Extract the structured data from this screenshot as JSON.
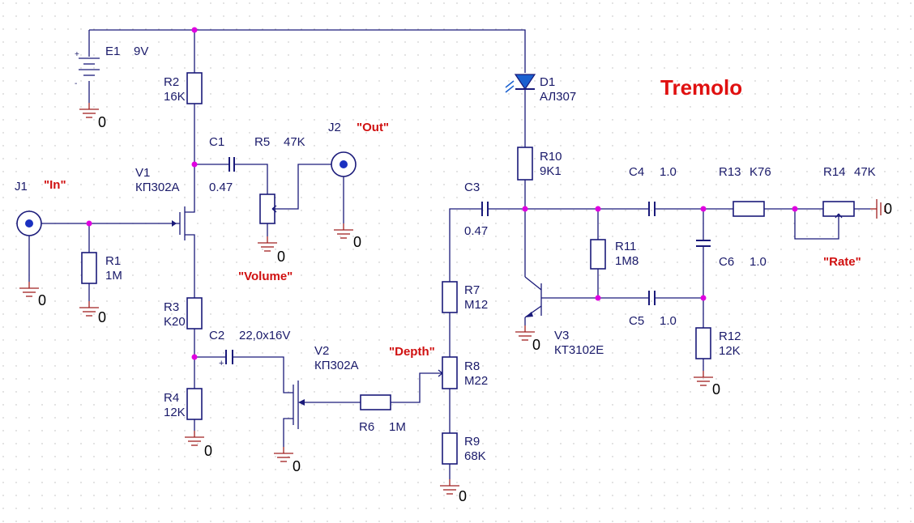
{
  "title": "Tremolo",
  "colors": {
    "wire": "#1a1a7a",
    "ground": "#a02020",
    "node": "#e000e0",
    "label": "#1a1a6a",
    "annotation": "#d01010",
    "title": "#e01010"
  },
  "components": {
    "E1": {
      "ref": "E1",
      "value": "9V"
    },
    "R1": {
      "ref": "R1",
      "value": "1M"
    },
    "R2": {
      "ref": "R2",
      "value": "16K"
    },
    "R3": {
      "ref": "R3",
      "value": "K20"
    },
    "R4": {
      "ref": "R4",
      "value": "12K"
    },
    "R5": {
      "ref": "R5",
      "value": "47K"
    },
    "R6": {
      "ref": "R6",
      "value": "1M"
    },
    "R7": {
      "ref": "R7",
      "value": "M12"
    },
    "R8": {
      "ref": "R8",
      "value": "M22"
    },
    "R9": {
      "ref": "R9",
      "value": "68K"
    },
    "R10": {
      "ref": "R10",
      "value": "9K1"
    },
    "R11": {
      "ref": "R11",
      "value": "1M8"
    },
    "R12": {
      "ref": "R12",
      "value": "12K"
    },
    "R13": {
      "ref": "R13",
      "value": "K76"
    },
    "R14": {
      "ref": "R14",
      "value": "47K"
    },
    "C1": {
      "ref": "C1",
      "value": "0.47"
    },
    "C2": {
      "ref": "C2",
      "value": "22,0x16V"
    },
    "C3": {
      "ref": "C3",
      "value": "0.47"
    },
    "C4": {
      "ref": "C4",
      "value": "1.0"
    },
    "C5": {
      "ref": "C5",
      "value": "1.0"
    },
    "C6": {
      "ref": "C6",
      "value": "1.0"
    },
    "V1": {
      "ref": "V1",
      "value": "КП302А"
    },
    "V2": {
      "ref": "V2",
      "value": "КП302А"
    },
    "V3": {
      "ref": "V3",
      "value": "КТ3102Е"
    },
    "D1": {
      "ref": "D1",
      "value": "АЛ307"
    },
    "J1": {
      "ref": "J1",
      "name": "\"In\""
    },
    "J2": {
      "ref": "J2",
      "name": "\"Out\""
    }
  },
  "annotations": {
    "volume": "\"Volume\"",
    "depth": "\"Depth\"",
    "rate": "\"Rate\""
  },
  "ground_label": "0"
}
